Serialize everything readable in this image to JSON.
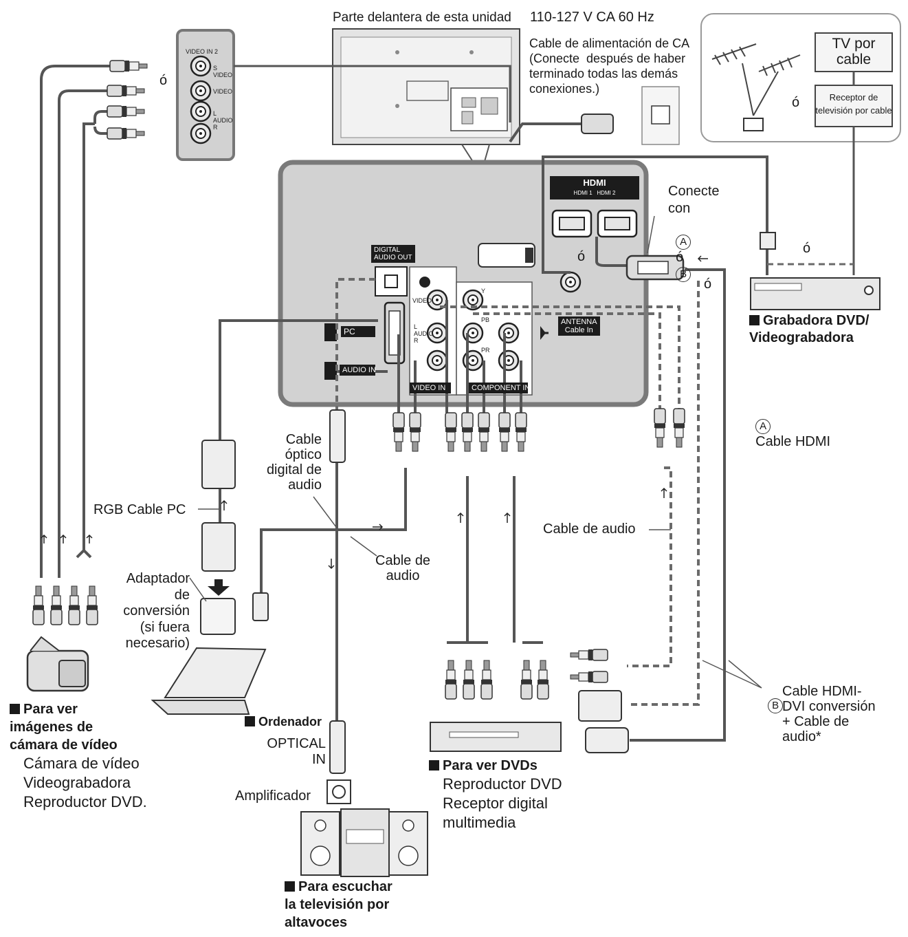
{
  "header": {
    "front_unit": "Parte delantera de esta unidad",
    "voltage": "110-127 V CA 60 Hz",
    "power_cable": "Cable de alimentación de CA\n(Conecte  después de haber\nterminado todas las demás\nconexiones.)"
  },
  "side_panel": {
    "video_in2": "VIDEO IN 2",
    "s_video": "S\nVIDEO",
    "video": "VIDEO",
    "audio": "L\nAUDIO\nR"
  },
  "antenna_box": {
    "cable_tv": "TV por\ncable",
    "cable_receiver": "Receptor de\ntelevisión por cable",
    "or": "ó"
  },
  "rear_panel": {
    "hdmi_logo": "HDMI",
    "hdmi_ports": "HDMI 1   HDMI 2",
    "digital_audio_out": "DIGITAL\nAUDIO OUT",
    "pc": "PC",
    "audio_in": "AUDIO IN",
    "video_in": "VIDEO IN",
    "component_in": "COMPONENT IN",
    "antenna": "ANTENNA\nCable In",
    "video_small": "VIDEO",
    "audio_small": "L\nAUDIO\nR",
    "y": "Y",
    "pb": "PB",
    "pr": "PR"
  },
  "labels": {
    "connect_with": "Conecte\ncon",
    "a": "A",
    "b": "B",
    "or": "ó",
    "hdmi_cable": "Cable HDMI",
    "hdmi_dvi": "Cable HDMI-\nDVI conversión\n+ Cable de\naudio*",
    "audio_cable_right": "Cable de audio",
    "audio_cable_mid": "Cable de\naudio",
    "optical_cable": "Cable\nóptico\ndigital de\naudio",
    "rgb_cable": "RGB Cable PC",
    "adapter": "Adaptador\nde\nconversión\n(si fuera\nnecesario)",
    "optical_in": "OPTICAL\nIN",
    "amplifier": "Amplificador"
  },
  "devices": {
    "dvd_recorder": "Grabadora DVD/\nVideograbadora",
    "camera_title": "Para ver\nimágenes de\ncámara de vídeo",
    "camera_list": "Cámara de vídeo\nVideograbadora\nReproductor DVD.",
    "computer": "Ordenador",
    "speakers_title": "Para escuchar\nla televisión por\naltavoces",
    "dvd_title": "Para ver DVDs",
    "dvd_list": "Reproductor DVD\nReceptor digital\nmultimedia"
  },
  "colors": {
    "panel_fill": "#d2d2d2",
    "panel_stroke": "#7a7a7a",
    "cable": "#555555",
    "dashed": "#6a6a6a"
  }
}
